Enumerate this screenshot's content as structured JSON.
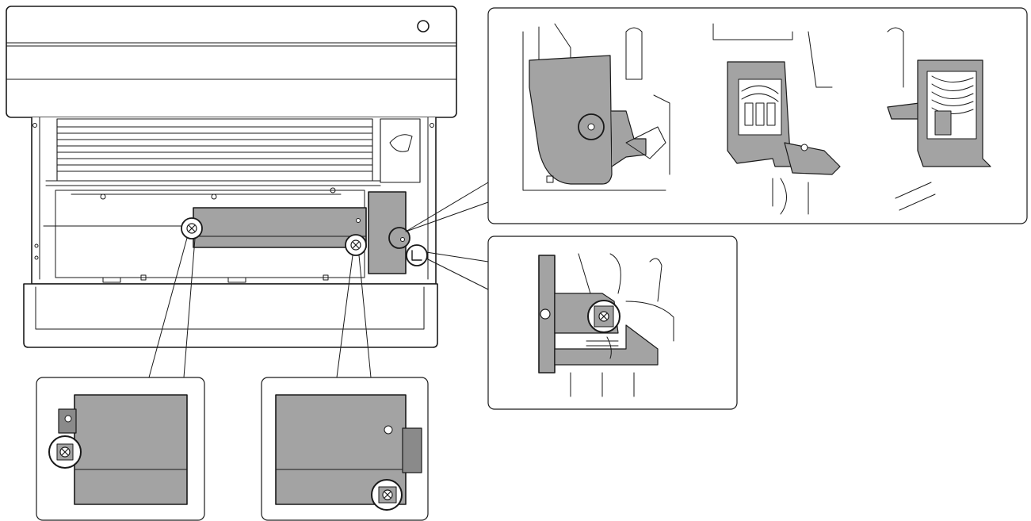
{
  "diagram": {
    "kind": "technical-illustration",
    "description_text": "",
    "colors": {
      "line": "#1a1a1a",
      "panel_fill": "#a3a3a3",
      "panel_dark": "#7f7f7f",
      "background": "#ffffff"
    },
    "icons": [
      "screw-icon",
      "callout-circle-icon"
    ],
    "callouts": [
      {
        "id": "left-screw-detail"
      },
      {
        "id": "right-screw-detail"
      },
      {
        "id": "cable-cover-sequence"
      },
      {
        "id": "bracket-screw-detail"
      }
    ]
  }
}
